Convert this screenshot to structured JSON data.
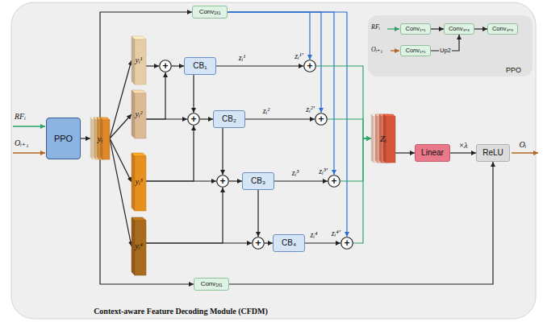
{
  "diagram": {
    "caption": "Context-aware Feature Decoding Module (CFDM)",
    "nodes": [
      {
        "text": [
          "PPO"
        ]
      },
      {
        "text": [
          "Conv₁ₓ₁"
        ],
        "in": 0
      },
      {
        "text": [
          "Conv₃ₓ₃"
        ],
        "in": 0
      },
      {
        "text": [
          "Conv₃ₓ₃"
        ],
        "in": 0
      },
      {
        "text": [
          "Conv₁ₓ₁"
        ],
        "in": 0
      },
      {
        "text": [
          "PPO"
        ]
      },
      {
        "text": [
          "Conv₁ₓ₁"
        ]
      },
      {
        "text": [
          "yᵢ"
        ]
      },
      {
        "text": [
          "yᵢ¹"
        ]
      },
      {
        "text": [
          "yᵢ²"
        ]
      },
      {
        "text": [
          "yᵢ³"
        ]
      },
      {
        "text": [
          "yᵢ⁴"
        ]
      },
      {
        "text": [
          "+"
        ]
      },
      {
        "text": [
          "CB₁"
        ]
      },
      {
        "text": [
          "+"
        ]
      },
      {
        "text": [
          "+"
        ]
      },
      {
        "text": [
          "CB₂"
        ]
      },
      {
        "text": [
          "+"
        ]
      },
      {
        "text": [
          "+"
        ]
      },
      {
        "text": [
          "CB₃"
        ]
      },
      {
        "text": [
          "+"
        ]
      },
      {
        "text": [
          "+"
        ]
      },
      {
        "text": [
          "CB₄"
        ]
      },
      {
        "text": [
          "+"
        ]
      },
      {
        "text": [
          "Zᵢ"
        ]
      },
      {
        "text": [
          "Linear"
        ]
      },
      {
        "text": [
          "ReLU"
        ]
      },
      {
        "text": [
          "Conv₁ₓ₁"
        ]
      }
    ],
    "edges": [
      {
        "from": 1,
        "to": 2,
        "arrow": "to"
      },
      {
        "from": 2,
        "to": 3,
        "arrow": "to"
      },
      {
        "from": 4,
        "to": 2,
        "label": "Up2",
        "arrow": "to"
      },
      {
        "from": 5,
        "to": 7,
        "arrow": "to"
      },
      {
        "from": 7,
        "to": 6,
        "arrow": "to"
      },
      {
        "from": 7,
        "to": 8,
        "arrow": "to"
      },
      {
        "from": 7,
        "to": 9,
        "arrow": "to"
      },
      {
        "from": 7,
        "to": 10,
        "arrow": "to"
      },
      {
        "from": 7,
        "to": 11,
        "arrow": "to"
      },
      {
        "from": 7,
        "to": 27,
        "arrow": "to"
      },
      {
        "from": 8,
        "to": 12,
        "arrow": "to"
      },
      {
        "from": 9,
        "to": 15,
        "arrow": "to"
      },
      {
        "from": 9,
        "to": 12,
        "arrow": "to"
      },
      {
        "from": 10,
        "to": 18,
        "arrow": "to"
      },
      {
        "from": 10,
        "to": 15,
        "arrow": "to"
      },
      {
        "from": 11,
        "to": 21,
        "arrow": "to"
      },
      {
        "from": 11,
        "to": 18,
        "arrow": "to"
      },
      {
        "from": 12,
        "to": 13,
        "arrow": "to"
      },
      {
        "from": 15,
        "to": 16,
        "arrow": "to"
      },
      {
        "from": 18,
        "to": 19,
        "arrow": "to"
      },
      {
        "from": 21,
        "to": 22,
        "arrow": "to"
      },
      {
        "from": 13,
        "to": 14,
        "label": "zᵢ¹",
        "arrow": "to"
      },
      {
        "from": 13,
        "to": 15,
        "arrow": "to"
      },
      {
        "from": 16,
        "to": 17,
        "label": "zᵢ²",
        "arrow": "to"
      },
      {
        "from": 16,
        "to": 18,
        "arrow": "to"
      },
      {
        "from": 19,
        "to": 20,
        "label": "zᵢ³",
        "arrow": "to"
      },
      {
        "from": 19,
        "to": 21,
        "arrow": "to"
      },
      {
        "from": 22,
        "to": 23,
        "label": "zᵢ⁴",
        "arrow": "to"
      },
      {
        "from": 6,
        "to": 14,
        "arrow": "to"
      },
      {
        "from": 6,
        "to": 17,
        "arrow": "to"
      },
      {
        "from": 6,
        "to": 20,
        "arrow": "to"
      },
      {
        "from": 6,
        "to": 23,
        "arrow": "to"
      },
      {
        "from": 14,
        "to": 24,
        "arrow": "to"
      },
      {
        "from": 17,
        "to": 24,
        "arrow": "to"
      },
      {
        "from": 20,
        "to": 24,
        "arrow": "to"
      },
      {
        "from": 23,
        "to": 24,
        "arrow": "to"
      },
      {
        "from": 24,
        "to": 25,
        "arrow": "to"
      },
      {
        "from": 25,
        "to": 26,
        "label": "×λ",
        "arrow": "to"
      },
      {
        "from": 27,
        "to": 26,
        "arrow": "to"
      }
    ],
    "labels": [
      "RFᵢ",
      "Oᵢ₊₁",
      "RFᵢ",
      "Oᵢ₊₁",
      "zᵢ¹′",
      "zᵢ²′",
      "zᵢ³′",
      "zᵢ⁴′",
      "Oᵢ"
    ]
  }
}
